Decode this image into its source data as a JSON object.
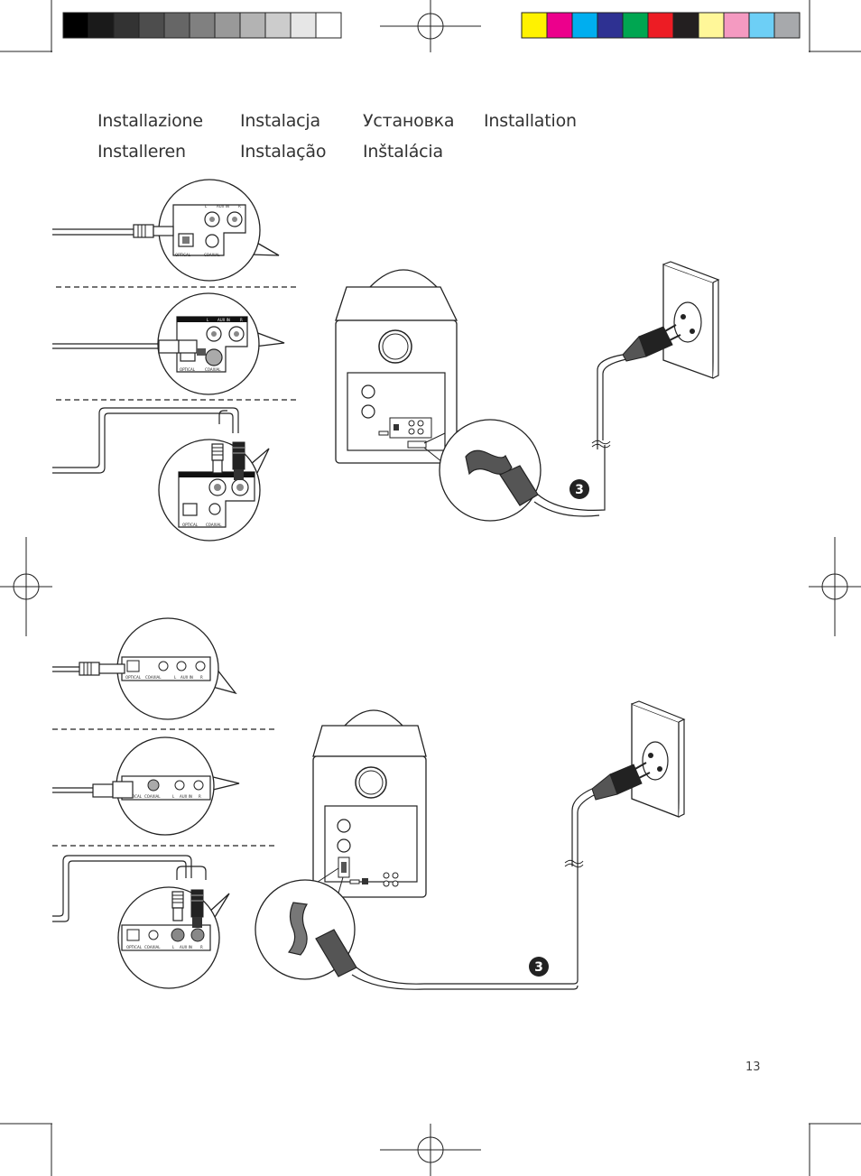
{
  "header": {
    "titles": [
      "Installazione",
      "Instalacja",
      "Установка",
      "Installation",
      "Installeren",
      "Instalação",
      "Inštalácia"
    ]
  },
  "panel_labels": {
    "optical": "OPTICAL",
    "coaxial": "COAXIAL",
    "aux_in": "AUX IN",
    "left": "L",
    "right": "R"
  },
  "steps": {
    "top_power": "3",
    "bottom_power": "3"
  },
  "color_bar": {
    "grays": [
      "#000000",
      "#1a1a1a",
      "#333333",
      "#4d4d4d",
      "#666666",
      "#808080",
      "#999999",
      "#b3b3b3",
      "#cccccc",
      "#e6e6e6",
      "#ffffff"
    ],
    "colors": [
      "#fff200",
      "#ec008c",
      "#00aeef",
      "#2e3192",
      "#00a651",
      "#ed1c24",
      "#231f20",
      "#fff799",
      "#f49ac1",
      "#6dcff6",
      "#a7a9ac"
    ]
  },
  "footer": {
    "page_number": "13"
  }
}
